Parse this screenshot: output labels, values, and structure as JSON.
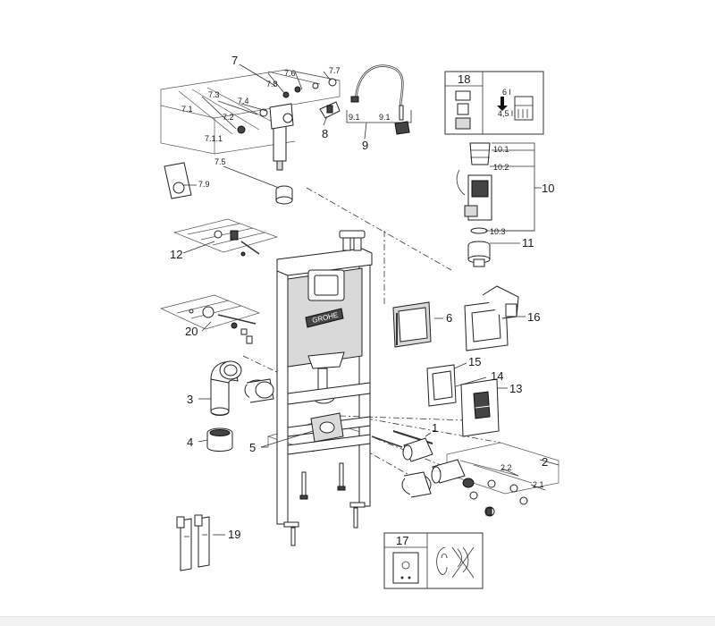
{
  "brand": {
    "logo_text": "GROHE"
  },
  "callouts": {
    "c1": "1",
    "c2": "2",
    "c2_1": "2.1",
    "c2_2": "2.2",
    "c3": "3",
    "c4": "4",
    "c5": "5",
    "c6": "6",
    "c7": "7",
    "c7_1": "7.1",
    "c7_1_1": "7.1.1",
    "c7_2": "7.2",
    "c7_3": "7.3",
    "c7_4": "7.4",
    "c7_5": "7.5",
    "c7_6": "7.6",
    "c7_7": "7.7",
    "c7_8": "7.8",
    "c7_9": "7.9",
    "c8": "8",
    "c9": "9",
    "c9_1a": "9.1",
    "c9_1b": "9.1",
    "c10": "10",
    "c10_1": "10.1",
    "c10_2": "10.2",
    "c10_3": "10.3",
    "c11": "11",
    "c12": "12",
    "c13": "13",
    "c14": "14",
    "c15": "15",
    "c16": "16",
    "c17": "17",
    "c18": "18",
    "c19": "19",
    "c20": "20"
  },
  "flush_volumes": {
    "full": "6 l",
    "partial": "4,5 l"
  },
  "icons": {
    "water_tank": "water-tank-icon",
    "arrow_down": "arrow-down-icon",
    "ear_crossed": "ear-noise-crossed-icon",
    "panel_soundproof": "soundproof-panel-icon"
  },
  "colors": {
    "line": "#333333",
    "fill_grey": "#d9d9d9",
    "dark": "#444444"
  }
}
